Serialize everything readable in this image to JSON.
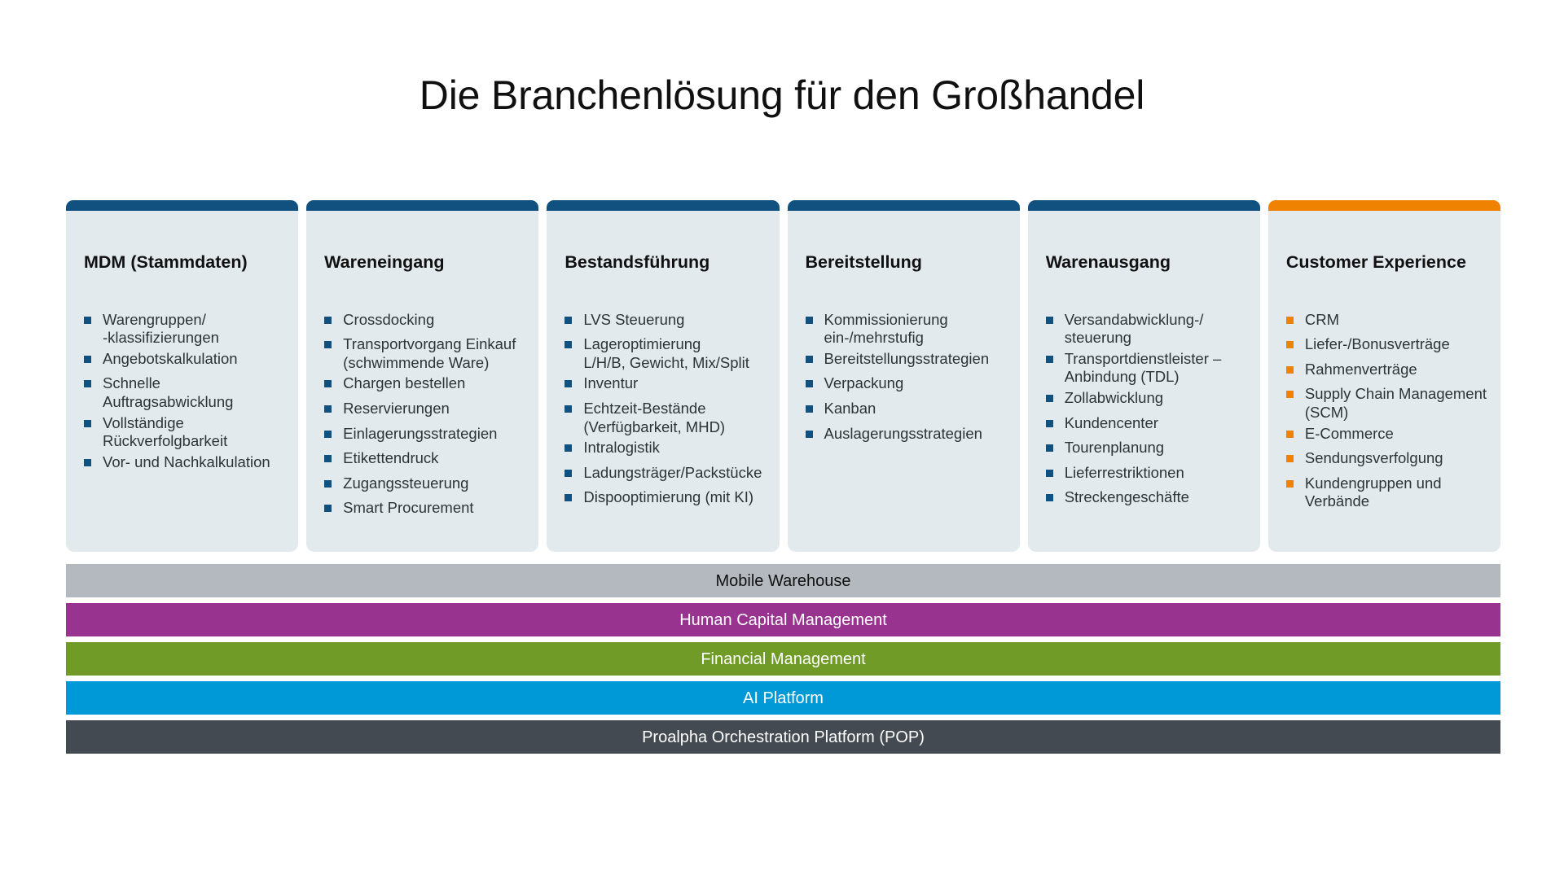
{
  "slide": {
    "title": "Die Branchenlösung für den Großhandel"
  },
  "colors": {
    "card_accent_blue": "#10517f",
    "card_accent_orange": "#ef8200",
    "card_background": "#e3eaee",
    "bar_mobile_warehouse": "#b3b9be",
    "bar_human_capital": "#98338f",
    "bar_financial": "#6f9b26",
    "bar_ai_platform": "#0099d8",
    "bar_pop": "#434a51"
  },
  "cards": [
    {
      "title": "MDM (Stammdaten)",
      "accent": "blue",
      "items": [
        "Warengruppen/\n-klassifizierungen",
        "Angebotskalkulation",
        "Schnelle\nAuftragsabwicklung",
        "Vollständige\nRückverfolgbarkeit",
        "Vor- und Nachkalkulation"
      ]
    },
    {
      "title": "Wareneingang",
      "accent": "blue",
      "items": [
        "Crossdocking",
        "Transportvorgang Einkauf\n(schwimmende Ware)",
        "Chargen bestellen",
        "Reservierungen",
        "Einlagerungsstrategien",
        "Etikettendruck",
        "Zugangssteuerung",
        "Smart Procurement"
      ]
    },
    {
      "title": "Bestandsführung",
      "accent": "blue",
      "items": [
        "LVS Steuerung",
        "Lageroptimierung\nL/H/B, Gewicht, Mix/Split",
        "Inventur",
        "Echtzeit-Bestände\n(Verfügbarkeit, MHD)",
        "Intralogistik",
        "Ladungsträger/Packstücke",
        "Dispooptimierung (mit KI)"
      ]
    },
    {
      "title": "Bereitstellung",
      "accent": "blue",
      "items": [
        "Kommissionierung\nein-/mehrstufig",
        "Bereitstellungsstrategien",
        "Verpackung",
        "Kanban",
        "Auslagerungsstrategien"
      ]
    },
    {
      "title": "Warenausgang",
      "accent": "blue",
      "items": [
        "Versandabwicklung-/\nsteuerung",
        "Transportdienstleister –\nAnbindung (TDL)",
        "Zollabwicklung",
        "Kundencenter",
        "Tourenplanung",
        "Lieferrestriktionen",
        "Streckengeschäfte"
      ]
    },
    {
      "title": "Customer Experience",
      "accent": "orange",
      "items": [
        "CRM",
        "Liefer-/Bonusverträge",
        "Rahmenverträge",
        "Supply Chain Management\n(SCM)",
        "E-Commerce",
        "Sendungsverfolgung",
        "Kundengruppen und\nVerbände"
      ]
    }
  ],
  "bars": [
    {
      "label": "Mobile Warehouse",
      "style": "bar-mobile"
    },
    {
      "label": "Human Capital Management",
      "style": "bar-hcm"
    },
    {
      "label": "Financial Management",
      "style": "bar-financial"
    },
    {
      "label": "AI Platform",
      "style": "bar-ai"
    },
    {
      "label": "Proalpha Orchestration Platform (POP)",
      "style": "bar-pop"
    }
  ]
}
